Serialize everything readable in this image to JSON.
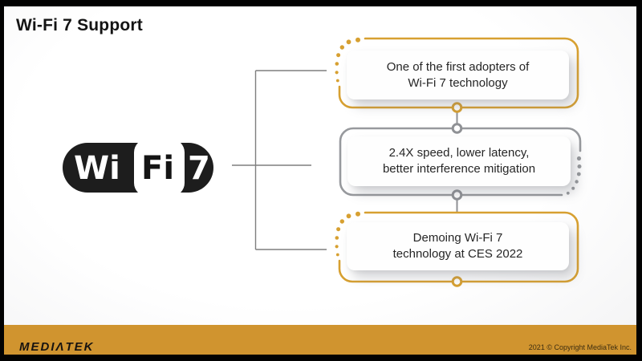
{
  "title": "Wi-Fi 7 Support",
  "logo": {
    "wi": "Wi",
    "fi": "Fi",
    "number": "7"
  },
  "callouts": [
    {
      "line1": "One of the first adopters of",
      "line2": "Wi-Fi 7 technology",
      "accent": "#D7A031"
    },
    {
      "line1": "2.4X speed, lower latency,",
      "line2": "better interference mitigation",
      "accent": "#97999D"
    },
    {
      "line1": "Demoing Wi-Fi 7",
      "line2": "technology at CES 2022",
      "accent": "#D7A031"
    }
  ],
  "footer": {
    "brand": "MEDIΛTEK",
    "copyright": "2021 © Copyright MediaTek Inc."
  },
  "colors": {
    "accent_gold": "#D7A031",
    "accent_gray": "#97999D",
    "connector_gray": "#7E7E7E",
    "footer_bar": "#D0942F",
    "logo_black": "#1D1D1D"
  }
}
